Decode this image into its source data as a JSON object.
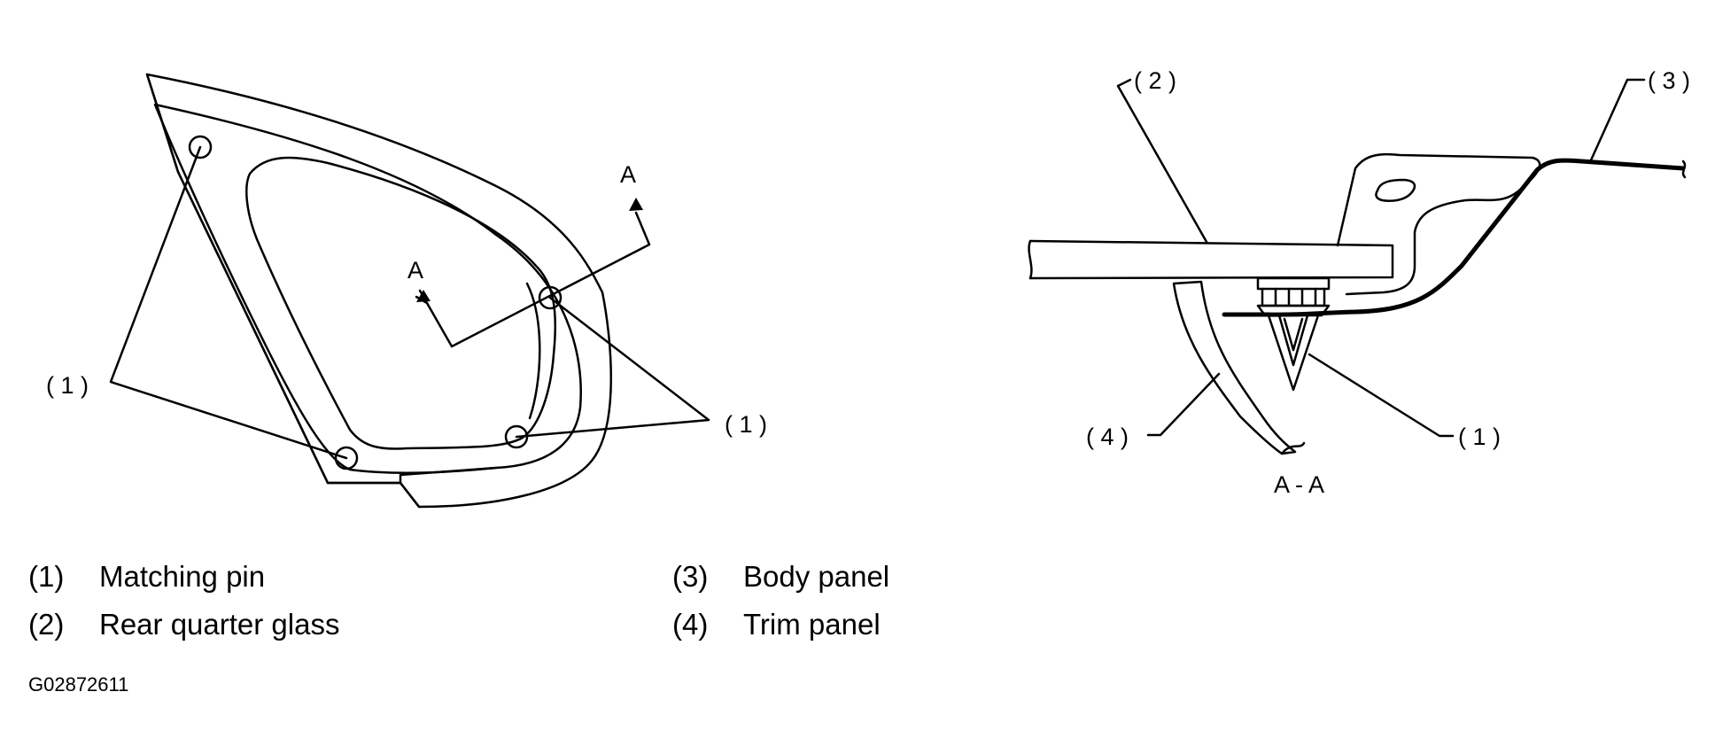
{
  "left_view": {
    "section_marker_upper": "A",
    "section_marker_lower": "A",
    "callout_left": "( 1 )",
    "callout_right": "( 1 )"
  },
  "right_view": {
    "callout_glass": "( 2 )",
    "callout_body": "( 3 )",
    "callout_trim": "( 4 )",
    "callout_pin": "( 1 )",
    "section_label": "A - A"
  },
  "legend": [
    {
      "num": "(1)",
      "label": "Matching pin"
    },
    {
      "num": "(2)",
      "label": "Rear quarter glass"
    },
    {
      "num": "(3)",
      "label": "Body panel"
    },
    {
      "num": "(4)",
      "label": "Trim panel"
    }
  ],
  "figure_code": "G02872611"
}
